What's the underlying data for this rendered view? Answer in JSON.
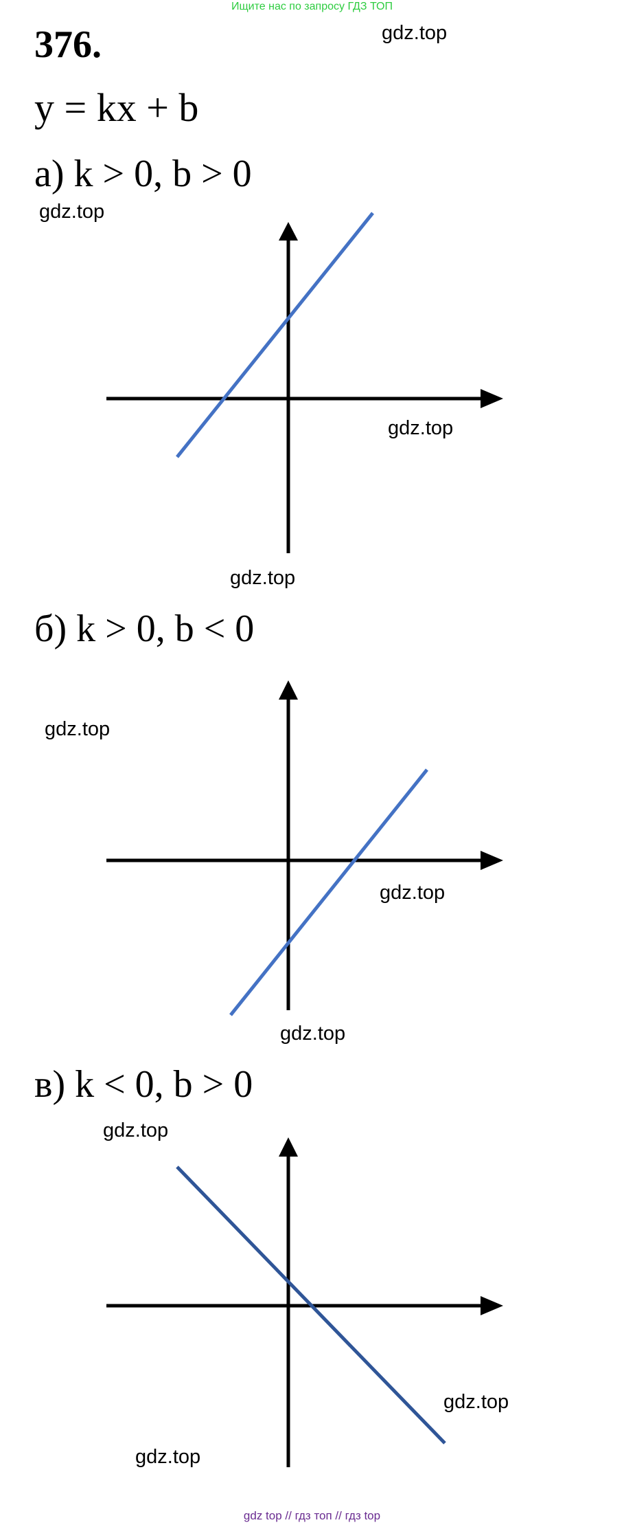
{
  "banner": {
    "text": "Ищите нас по запросу ГДЗ ТОП"
  },
  "problem": {
    "number": "376.",
    "formula": "y = kx + b"
  },
  "cases": [
    {
      "label": "а) k > 0, b > 0",
      "slope_sign": "positive",
      "intercept_sign": "positive"
    },
    {
      "label": "б) k > 0, b < 0",
      "slope_sign": "positive",
      "intercept_sign": "negative"
    },
    {
      "label": "в) k < 0, b > 0",
      "slope_sign": "negative",
      "intercept_sign": "positive"
    }
  ],
  "watermarks": {
    "text": "gdz.top"
  },
  "footer": {
    "text": "gdz top  //  гдз топ  //  гдз top"
  },
  "colors": {
    "line_a": "#4472c4",
    "line_b": "#4472c4",
    "line_c": "#2f5597",
    "axes": "#000000",
    "banner": "#2ecc40",
    "footer": "#6a2c91"
  }
}
